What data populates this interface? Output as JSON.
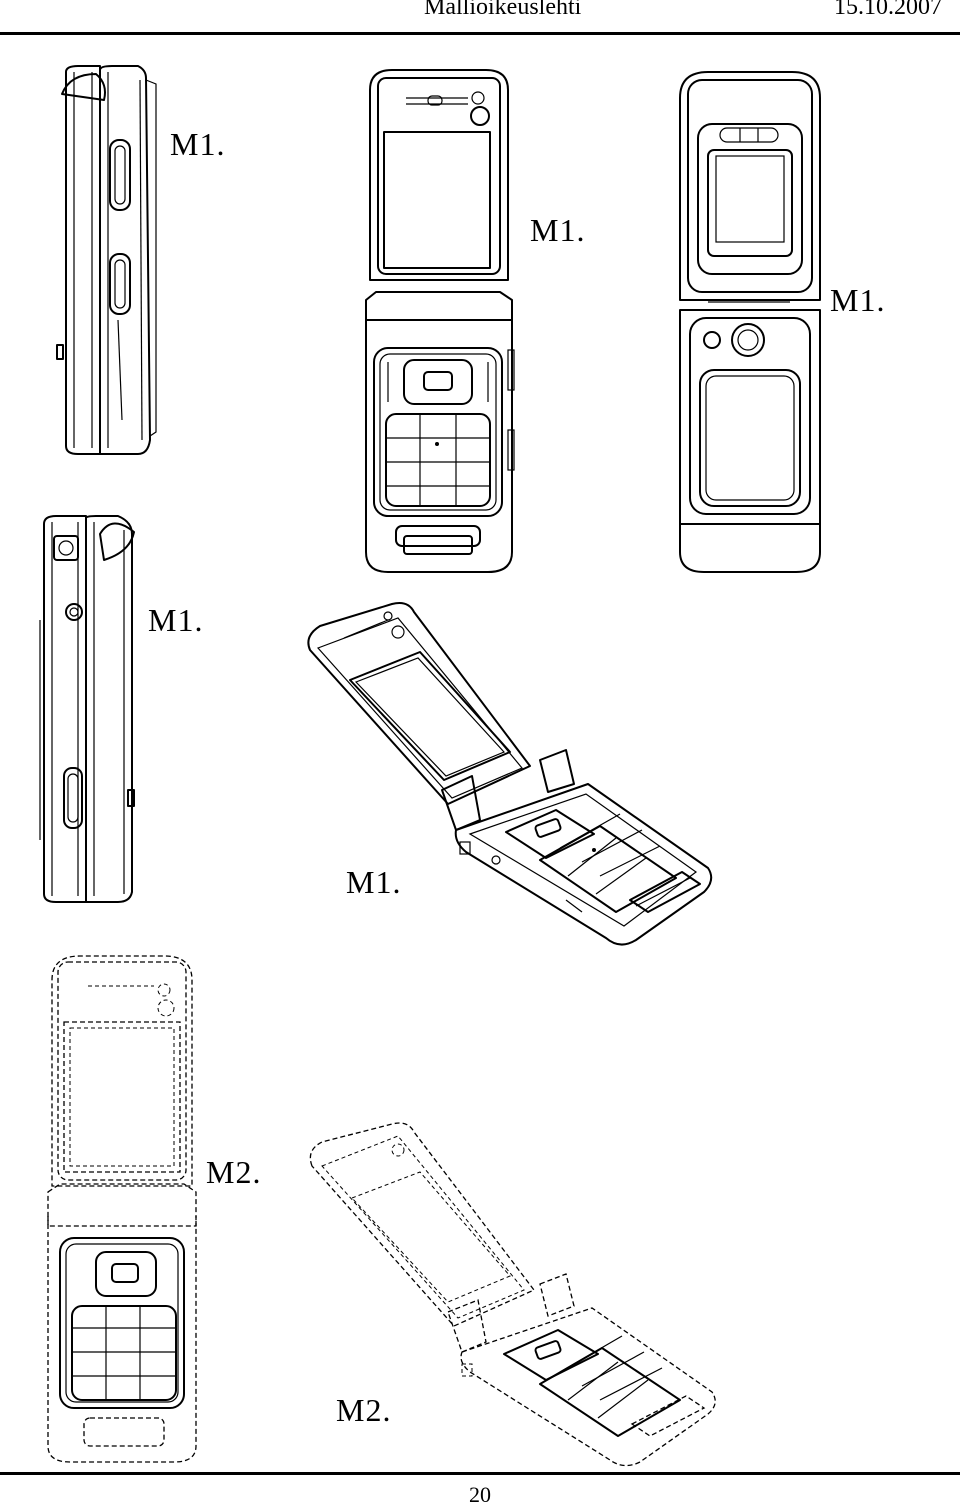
{
  "header": {
    "publication": "Mallioikeuslehti",
    "date": "15.10.2007"
  },
  "labels": {
    "side_left_top": "M1.",
    "front_open": "M1.",
    "back_open": "M1.",
    "side_left_bottom": "M1.",
    "perspective": "M1.",
    "m2_front": "M2.",
    "m2_perspective": "M2."
  },
  "footer": {
    "page_number": "20"
  }
}
